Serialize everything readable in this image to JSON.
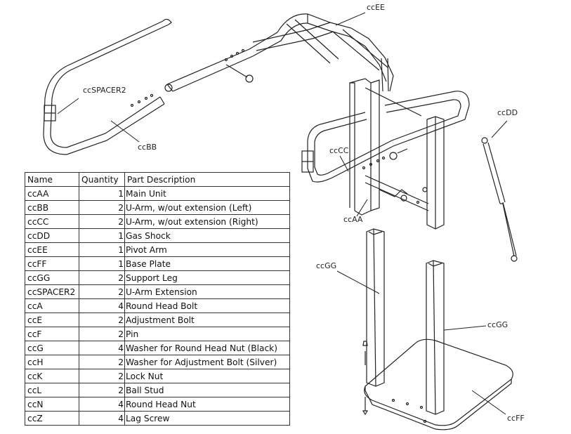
{
  "table": {
    "headers": {
      "name": "Name",
      "quantity": "Quantity",
      "description": "Part Description"
    },
    "rows": [
      {
        "name": "ccAA",
        "quantity": "1",
        "description": "Main Unit"
      },
      {
        "name": "ccBB",
        "quantity": "2",
        "description": "U-Arm, w/out extension (Left)"
      },
      {
        "name": "ccCC",
        "quantity": "2",
        "description": "U-Arm, w/out extension (Right)"
      },
      {
        "name": "ccDD",
        "quantity": "1",
        "description": "Gas Shock"
      },
      {
        "name": "ccEE",
        "quantity": "1",
        "description": "Pivot Arm"
      },
      {
        "name": "ccFF",
        "quantity": "1",
        "description": "Base Plate"
      },
      {
        "name": "ccGG",
        "quantity": "2",
        "description": "Support Leg"
      },
      {
        "name": "ccSPACER2",
        "quantity": "2",
        "description": "U-Arm Extension"
      },
      {
        "name": "ccA",
        "quantity": "4",
        "description": "Round Head Bolt"
      },
      {
        "name": "ccE",
        "quantity": "2",
        "description": "Adjustment Bolt"
      },
      {
        "name": "ccF",
        "quantity": "2",
        "description": "Pin"
      },
      {
        "name": "ccG",
        "quantity": "4",
        "description": "Washer for Round Head Nut (Black)"
      },
      {
        "name": "ccH",
        "quantity": "2",
        "description": "Washer for Adjustment Bolt (Silver)"
      },
      {
        "name": "ccK",
        "quantity": "2",
        "description": "Lock Nut"
      },
      {
        "name": "ccL",
        "quantity": "2",
        "description": "Ball Stud"
      },
      {
        "name": "ccN",
        "quantity": "4",
        "description": "Round Head Nut"
      },
      {
        "name": "ccZ",
        "quantity": "4",
        "description": "Lag Screw"
      }
    ]
  },
  "callouts": {
    "ccEE": "ccEE",
    "ccSPACER2": "ccSPACER2",
    "ccBB": "ccBB",
    "ccDD": "ccDD",
    "ccCC": "ccCC",
    "ccAA": "ccAA",
    "ccGG_left": "ccGG",
    "ccGG_right": "ccGG",
    "ccFF": "ccFF"
  }
}
